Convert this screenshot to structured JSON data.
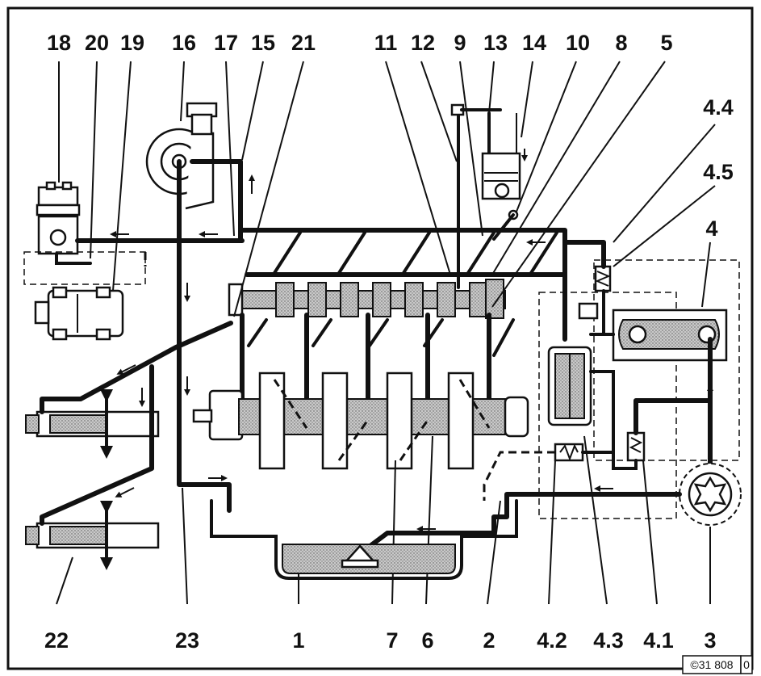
{
  "labels": {
    "l18": "18",
    "l20": "20",
    "l19": "19",
    "l16": "16",
    "l17": "17",
    "l15": "15",
    "l21": "21",
    "l11": "11",
    "l12": "12",
    "l9": "9",
    "l13": "13",
    "l14": "14",
    "l10": "10",
    "l8": "8",
    "l5": "5",
    "l4_4": "4.4",
    "l4_5": "4.5",
    "l4": "4",
    "l22": "22",
    "l23": "23",
    "l1": "1",
    "l7": "7",
    "l6": "6",
    "l2": "2",
    "l4_2": "4.2",
    "l4_3": "4.3",
    "l4_1": "4.1",
    "l3": "3"
  },
  "reference": {
    "code": "©31 808",
    "revision": "0"
  }
}
